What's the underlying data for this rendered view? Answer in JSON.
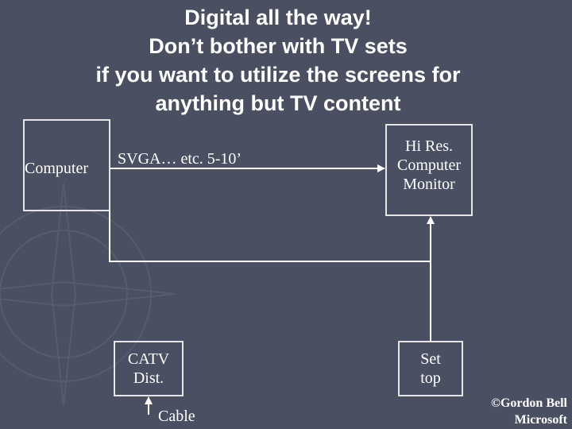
{
  "slide": {
    "title_lines": [
      "Digital all the way!",
      "Don’t bother with TV sets",
      "if you want to utilize the screens for",
      "anything but TV content"
    ],
    "colors": {
      "background": "#4a5062",
      "foreground": "#ffffff",
      "box": "#e6e6e6",
      "deco": "#565c6e"
    }
  },
  "diagram": {
    "computer": "Computer",
    "link_label": "SVGA… etc. 5-10’",
    "monitor_lines": [
      "Hi Res.",
      "Computer",
      "Monitor"
    ],
    "catv_lines": [
      "CATV",
      "Dist."
    ],
    "cable": "Cable",
    "settop_lines": [
      "Set",
      "top"
    ]
  },
  "credit": {
    "line1": "©Gordon Bell",
    "line2": "Microsoft"
  }
}
